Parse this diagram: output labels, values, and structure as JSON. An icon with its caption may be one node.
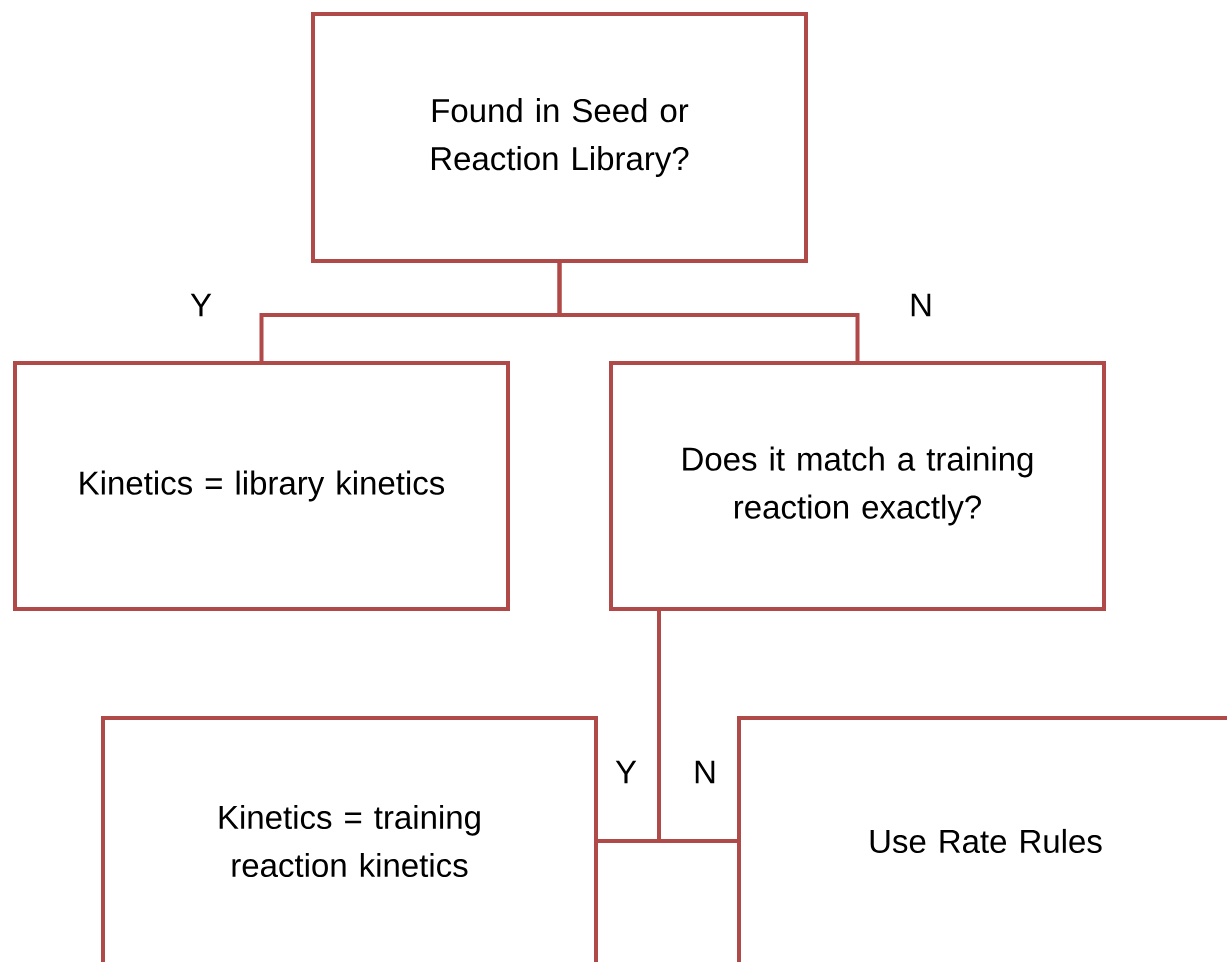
{
  "diagram": {
    "nodes": [
      {
        "text": [
          "Found in Seed or Reaction Library?"
        ]
      },
      {
        "text": [
          "Kinetics = library kinetics"
        ]
      },
      {
        "text": [
          "Does it match a training reaction exactly?"
        ]
      },
      {
        "text": [
          "Kinetics = training reaction kinetics"
        ]
      },
      {
        "text": [
          "Use Rate Rules"
        ]
      }
    ],
    "edges": [
      {
        "from": 0,
        "to": 1,
        "arrow": "none",
        "label": "Y"
      },
      {
        "from": 0,
        "to": 2,
        "arrow": "none",
        "label": "N"
      },
      {
        "from": 2,
        "to": 3,
        "arrow": "none",
        "label": "Y"
      },
      {
        "from": 2,
        "to": 4,
        "arrow": "none",
        "label": "N"
      }
    ]
  }
}
